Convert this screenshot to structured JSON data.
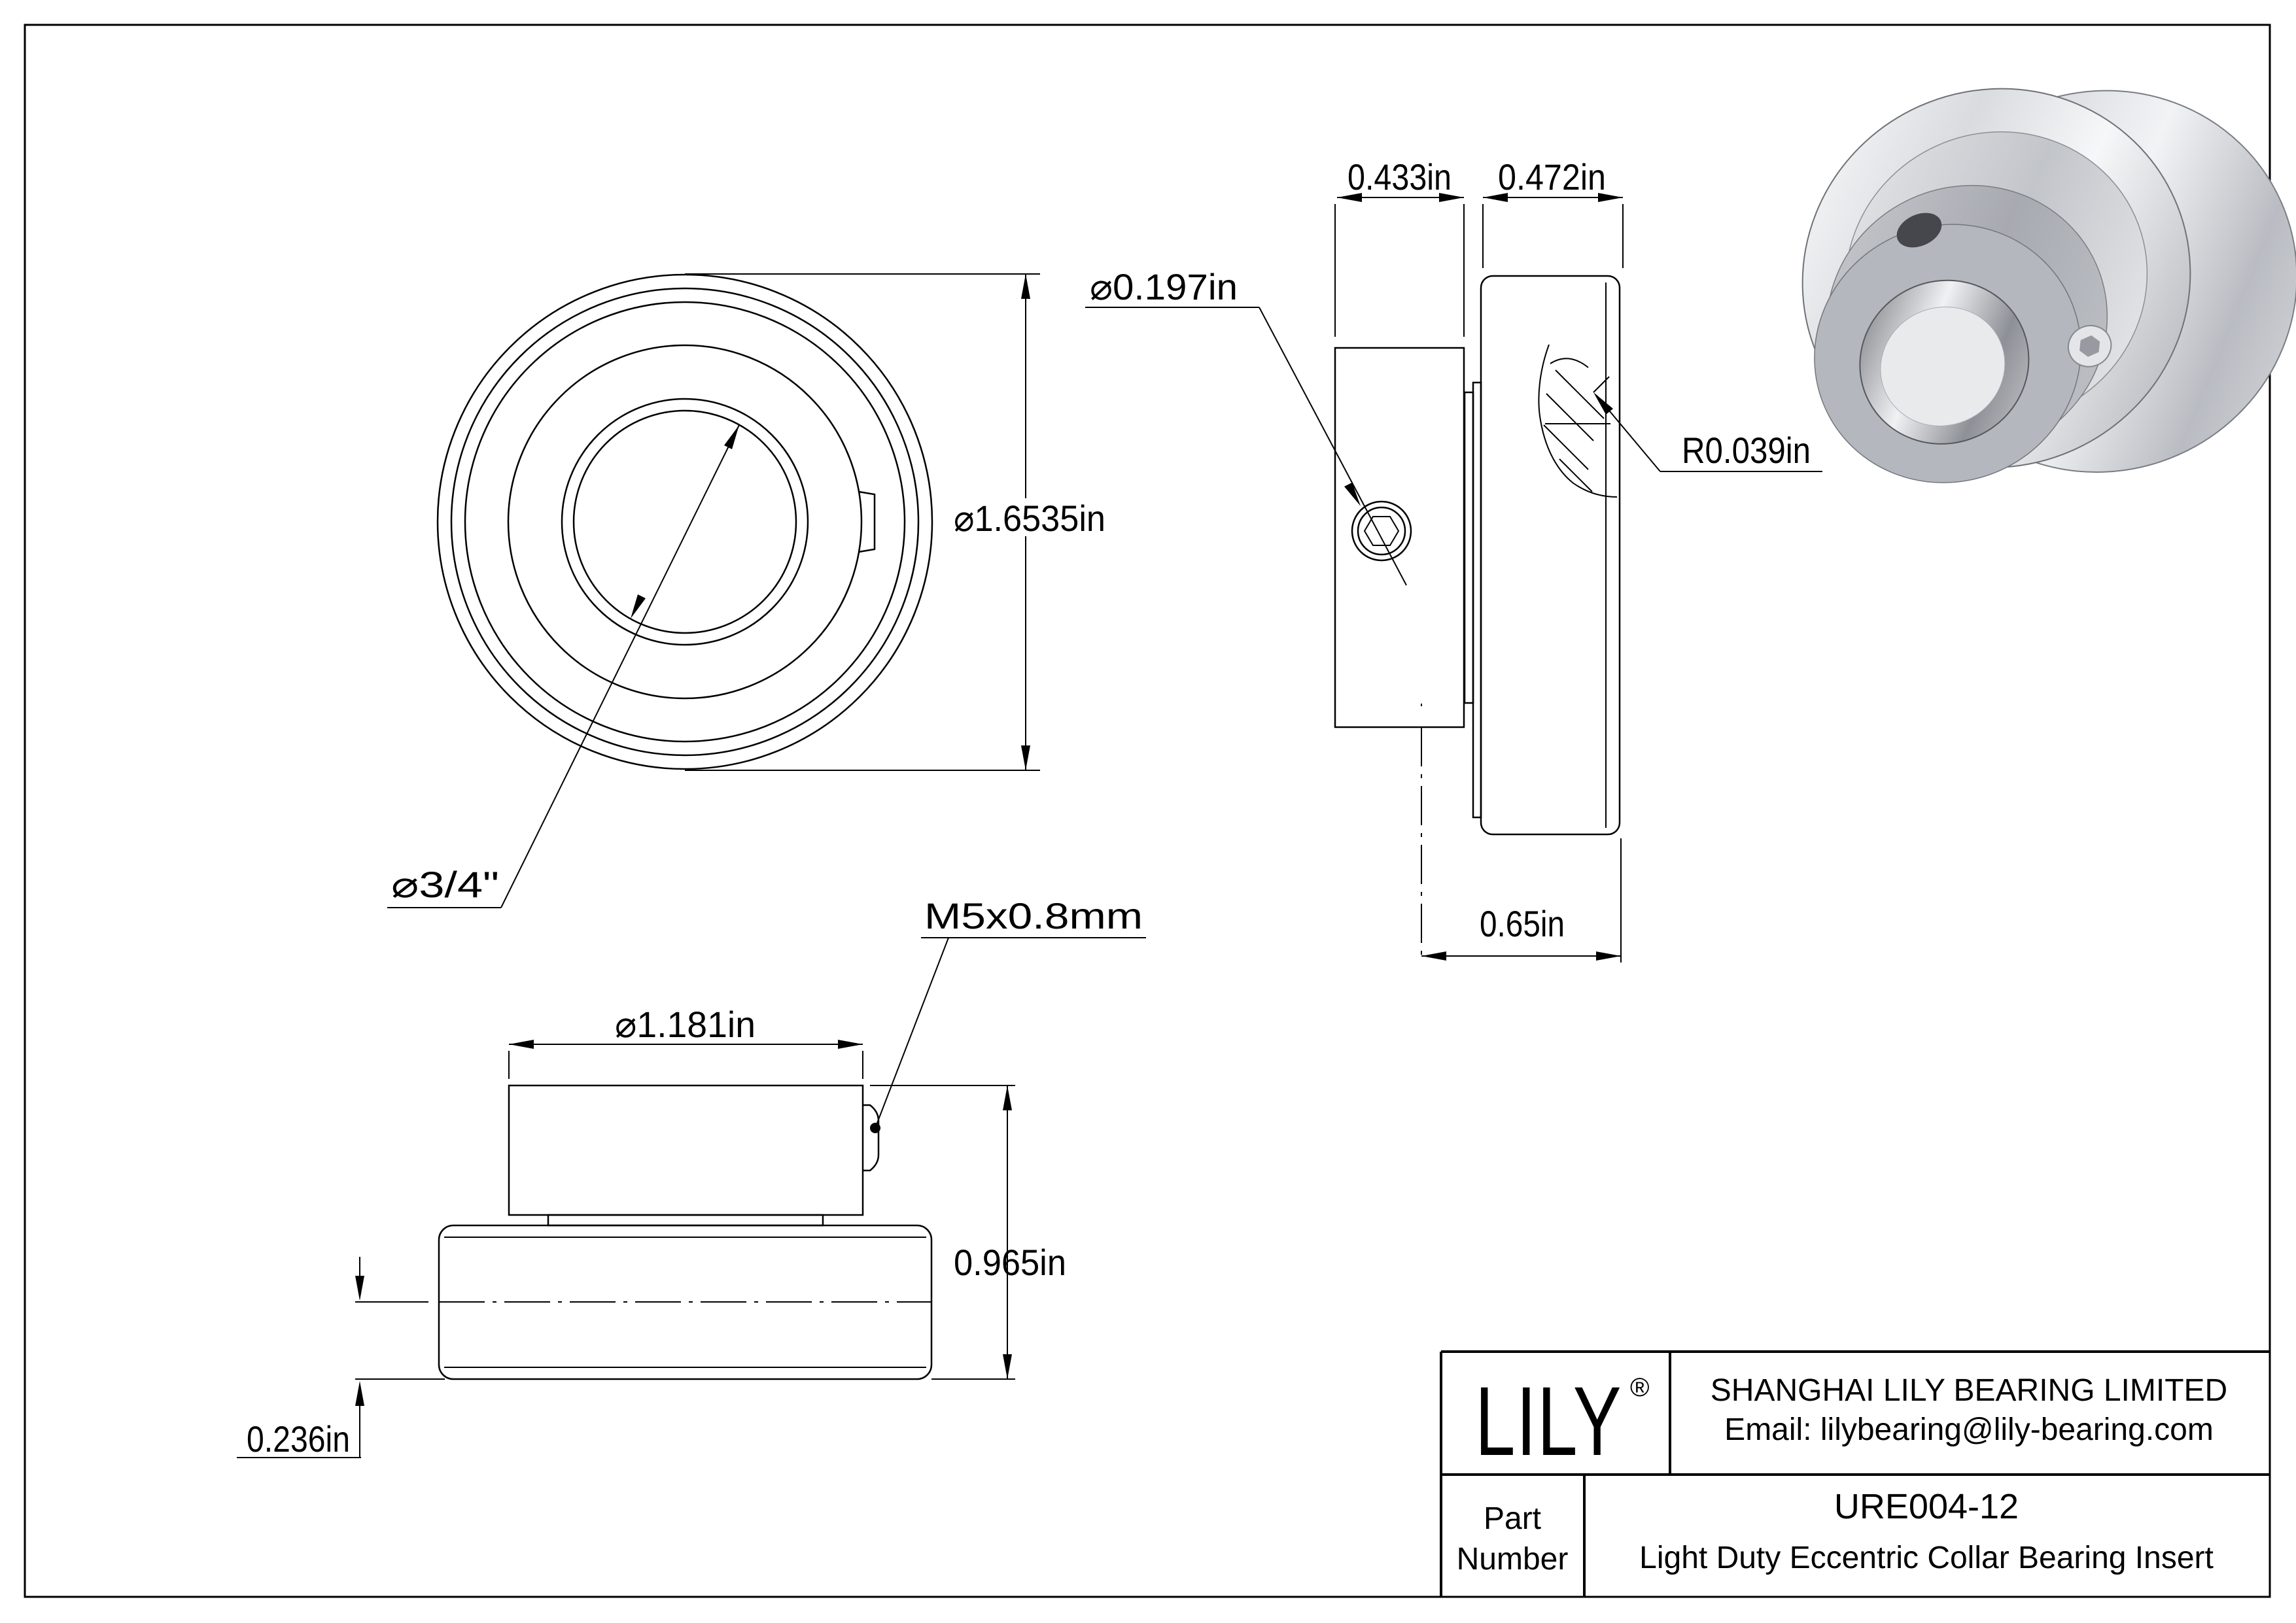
{
  "title_block": {
    "logo": "LILY",
    "registered_mark": "®",
    "company": "SHANGHAI LILY BEARING LIMITED",
    "email": "Email: lilybearing@lily-bearing.com",
    "part_label_line1": "Part",
    "part_label_line2": "Number",
    "part_number": "URE004-12",
    "description": "Light Duty Eccentric Collar Bearing Insert"
  },
  "front_view": {
    "outer_diameter": "⌀1.6535in",
    "bore_diameter": "⌀3/4\""
  },
  "side_view": {
    "collar_width": "0.433in",
    "ring_width": "0.472in",
    "set_screw_diameter": "⌀0.197in",
    "fillet_radius": "R0.039in",
    "offset_width": "0.65in"
  },
  "profile_view": {
    "collar_diameter": "⌀1.181in",
    "thread_spec": "M5x0.8mm",
    "overall_height": "0.965in",
    "base_offset": "0.236in"
  },
  "colors": {
    "line": "#000000",
    "metal_light": "#f4f5f7",
    "metal_mid": "#c6c9ce",
    "metal_dark": "#9a9da4",
    "collar_gray": "#b4b7bd",
    "bore_dark": "#5a5d63"
  }
}
